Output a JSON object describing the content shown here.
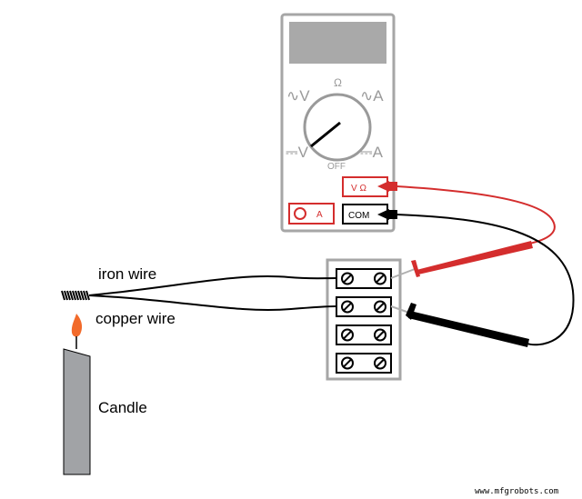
{
  "labels": {
    "iron_wire": "iron wire",
    "copper_wire": "copper wire",
    "candle": "Candle"
  },
  "multimeter": {
    "symbols": {
      "ac_volts": "∿V",
      "ohms": "Ω",
      "ac_amps": "∿A",
      "dc_volts": "⎓V",
      "dc_amps": "⎓A",
      "off": "OFF"
    },
    "jacks": {
      "volt_ohm": "V Ω",
      "amp": "A",
      "common": "COM"
    }
  },
  "watermark": "www.mfgrobots.com",
  "colors": {
    "meter_outline": "#a6a6a6",
    "meter_display": "#a9a9a9",
    "red_lead": "#d42d2d",
    "black_lead": "#000000",
    "candle": "#a1a3a6",
    "flame": "#f26a2a"
  },
  "terminal_block": {
    "rows": 4
  }
}
